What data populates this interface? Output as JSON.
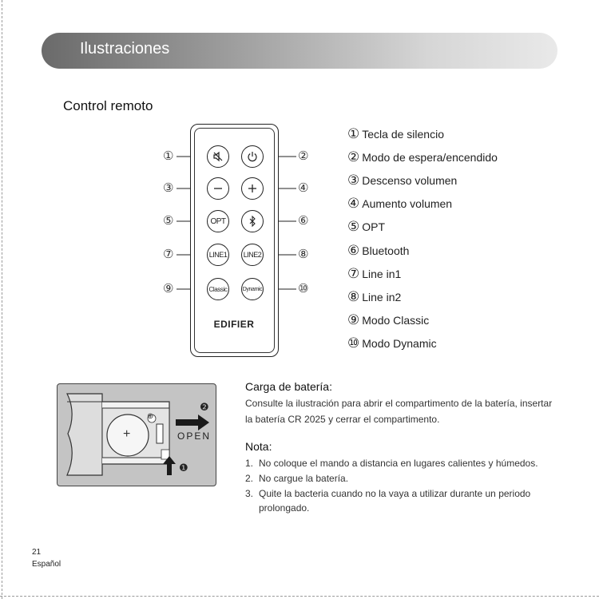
{
  "header": {
    "title": "Ilustraciones"
  },
  "section": {
    "title": "Control remoto"
  },
  "remote": {
    "brand": "EDIFIER",
    "buttons": {
      "mute_icon": "mute-icon",
      "power_icon": "power-icon",
      "minus_icon": "minus-icon",
      "plus_icon": "plus-icon",
      "opt": "OPT",
      "bluetooth_icon": "bluetooth-icon",
      "line1": "LINE1",
      "line2": "LINE2",
      "classic": "Classic",
      "dynamic": "Dynamic"
    },
    "callouts": [
      "①",
      "②",
      "③",
      "④",
      "⑤",
      "⑥",
      "⑦",
      "⑧",
      "⑨",
      "⑩"
    ]
  },
  "legend": [
    {
      "num": "①",
      "label": "Tecla de silencio"
    },
    {
      "num": "②",
      "label": "Modo de espera/encendido"
    },
    {
      "num": "③",
      "label": "Descenso volumen"
    },
    {
      "num": "④",
      "label": "Aumento volumen"
    },
    {
      "num": "⑤",
      "label": "OPT"
    },
    {
      "num": "⑥",
      "label": "Bluetooth"
    },
    {
      "num": "⑦",
      "label": "Line in1"
    },
    {
      "num": "⑧",
      "label": "Line in2"
    },
    {
      "num": "⑨",
      "label": "Modo Classic"
    },
    {
      "num": "⑩",
      "label": "Modo Dynamic"
    }
  ],
  "battery_illustration": {
    "step2_label": "OPEN",
    "step1_marker": "❶",
    "step2_marker": "❷",
    "plus_sign": "+",
    "small_plus": "⊕"
  },
  "battery": {
    "title": "Carga de batería:",
    "text": "Consulte la ilustración para abrir el compartimento de la batería, insertar la batería CR 2025 y cerrar el compartimento."
  },
  "note": {
    "title": "Nota:",
    "items": [
      {
        "index": "1.",
        "text": "No coloque el mando a distancia en lugares calientes y húmedos."
      },
      {
        "index": "2.",
        "text": "No cargue la batería."
      },
      {
        "index": "3.",
        "text": "Quite la bacteria cuando no la vaya a utilizar durante un periodo prolongado."
      }
    ]
  },
  "footer": {
    "page": "21",
    "language": "Español"
  },
  "colors": {
    "banner_dark": "#6a6a6a",
    "banner_light": "#e9e9e9",
    "battery_bg": "#c4c4c4"
  }
}
